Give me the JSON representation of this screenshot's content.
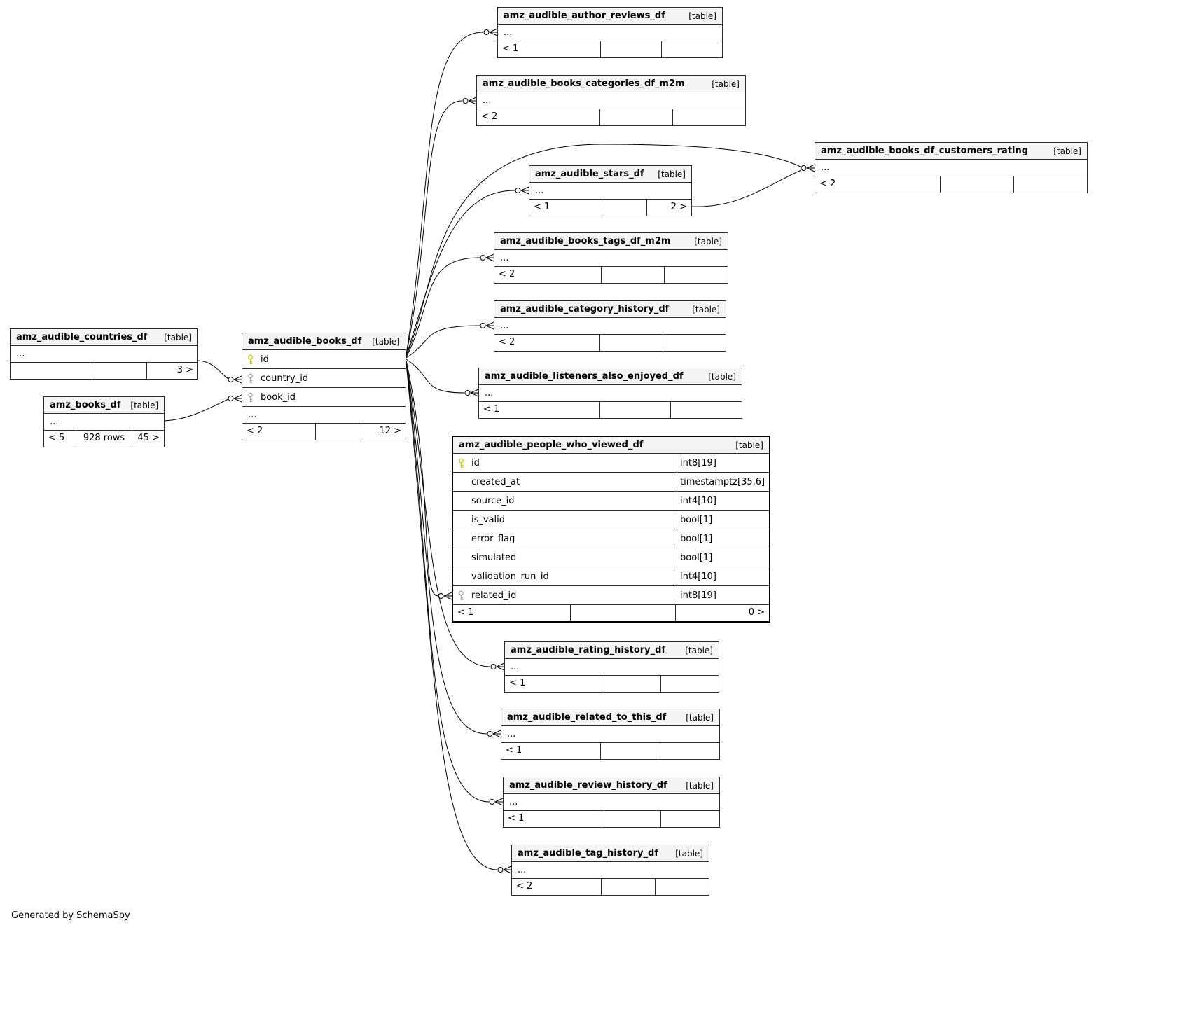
{
  "generated_by": "Generated by SchemaSpy",
  "type_label": "[table]",
  "ellipsis": "...",
  "colors": {
    "pk_key": "#cfc50a",
    "fk_key": "#a9a9a9"
  },
  "tables": {
    "author_reviews": {
      "name": "amz_audible_author_reviews_df",
      "footer_left": "< 1",
      "footer_mid": "",
      "footer_right": ""
    },
    "books_categories": {
      "name": "amz_audible_books_categories_df_m2m",
      "footer_left": "< 2",
      "footer_mid": "",
      "footer_right": ""
    },
    "customers_rating": {
      "name": "amz_audible_books_df_customers_rating",
      "footer_left": "< 2",
      "footer_mid": "",
      "footer_right": ""
    },
    "stars": {
      "name": "amz_audible_stars_df",
      "footer_left": "< 1",
      "footer_mid": "",
      "footer_right": "2 >"
    },
    "books_tags": {
      "name": "amz_audible_books_tags_df_m2m",
      "footer_left": "< 2",
      "footer_mid": "",
      "footer_right": ""
    },
    "category_history": {
      "name": "amz_audible_category_history_df",
      "footer_left": "< 2",
      "footer_mid": "",
      "footer_right": ""
    },
    "listeners": {
      "name": "amz_audible_listeners_also_enjoyed_df",
      "footer_left": "< 1",
      "footer_mid": "",
      "footer_right": ""
    },
    "rating_history": {
      "name": "amz_audible_rating_history_df",
      "footer_left": "< 1",
      "footer_mid": "",
      "footer_right": ""
    },
    "related_to_this": {
      "name": "amz_audible_related_to_this_df",
      "footer_left": "< 1",
      "footer_mid": "",
      "footer_right": ""
    },
    "review_history": {
      "name": "amz_audible_review_history_df",
      "footer_left": "< 1",
      "footer_mid": "",
      "footer_right": ""
    },
    "tag_history": {
      "name": "amz_audible_tag_history_df",
      "footer_left": "< 2",
      "footer_mid": "",
      "footer_right": ""
    },
    "countries": {
      "name": "amz_audible_countries_df",
      "footer_left": "",
      "footer_mid": "",
      "footer_right": "3 >"
    },
    "amz_books": {
      "name": "amz_books_df",
      "footer_left": "< 5",
      "footer_mid": "928 rows",
      "footer_right": "45 >"
    }
  },
  "books_df": {
    "name": "amz_audible_books_df",
    "columns": [
      {
        "name": "id",
        "key": "pk"
      },
      {
        "name": "country_id",
        "key": "fk"
      },
      {
        "name": "book_id",
        "key": "fk"
      }
    ],
    "footer_left": "< 2",
    "footer_mid": "",
    "footer_right": "12 >"
  },
  "people_who_viewed": {
    "name": "amz_audible_people_who_viewed_df",
    "columns": [
      {
        "name": "id",
        "type": "int8[19]",
        "key": "pk"
      },
      {
        "name": "created_at",
        "type": "timestamptz[35,6]",
        "key": ""
      },
      {
        "name": "source_id",
        "type": "int4[10]",
        "key": ""
      },
      {
        "name": "is_valid",
        "type": "bool[1]",
        "key": ""
      },
      {
        "name": "error_flag",
        "type": "bool[1]",
        "key": ""
      },
      {
        "name": "simulated",
        "type": "bool[1]",
        "key": ""
      },
      {
        "name": "validation_run_id",
        "type": "int4[10]",
        "key": ""
      },
      {
        "name": "related_id",
        "type": "int8[19]",
        "key": "fk"
      }
    ],
    "footer_left": "< 1",
    "footer_mid": "",
    "footer_right": "0 >"
  }
}
